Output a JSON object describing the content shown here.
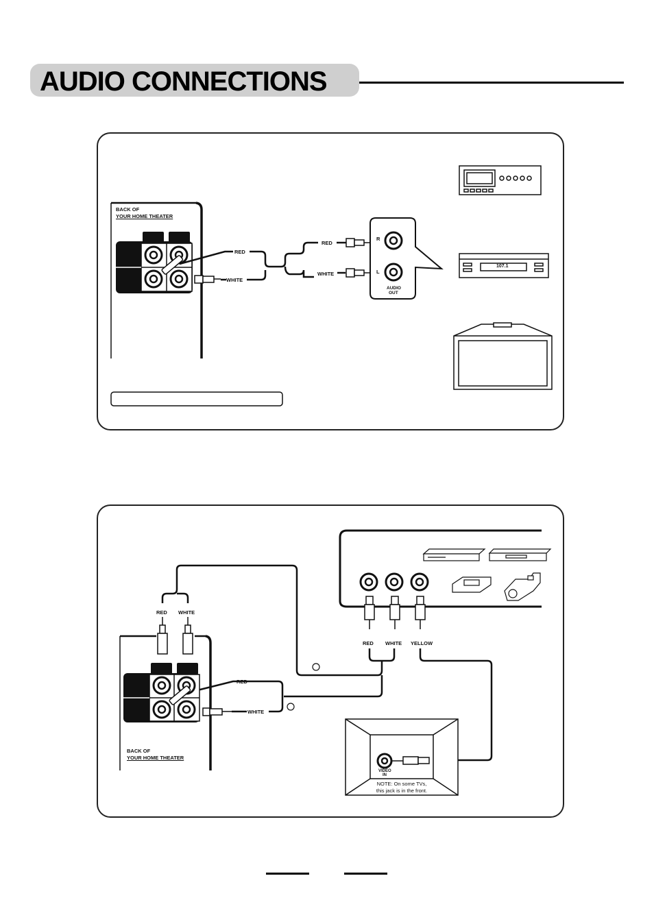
{
  "page": {
    "title": "AUDIO CONNECTIONS"
  },
  "diagram1": {
    "back_label_line1": "BACK OF",
    "back_label_line2": "YOUR HOME THEATER",
    "cable_red_left": "RED",
    "cable_white_left": "WHITE",
    "cable_red_right": "RED",
    "cable_white_right": "WHITE",
    "jack_r": "R",
    "jack_l": "L",
    "audio_out_line1": "AUDIO",
    "audio_out_line2": "OUT",
    "vcr_display": "107.1",
    "caption_box": ""
  },
  "diagram2": {
    "red_top": "RED",
    "white_top": "WHITE",
    "red_mid": "RED",
    "white_mid": "WHITE",
    "yellow_mid": "YELLOW",
    "cable_red": "RED",
    "cable_white": "WHITE",
    "back_label_line1": "BACK OF",
    "back_label_line2": "YOUR HOME THEATER",
    "video_in_line1": "VIDEO",
    "video_in_line2": "IN",
    "tv_note_line1": "NOTE: On some TVs,",
    "tv_note_line2": "this jack is in the front."
  }
}
